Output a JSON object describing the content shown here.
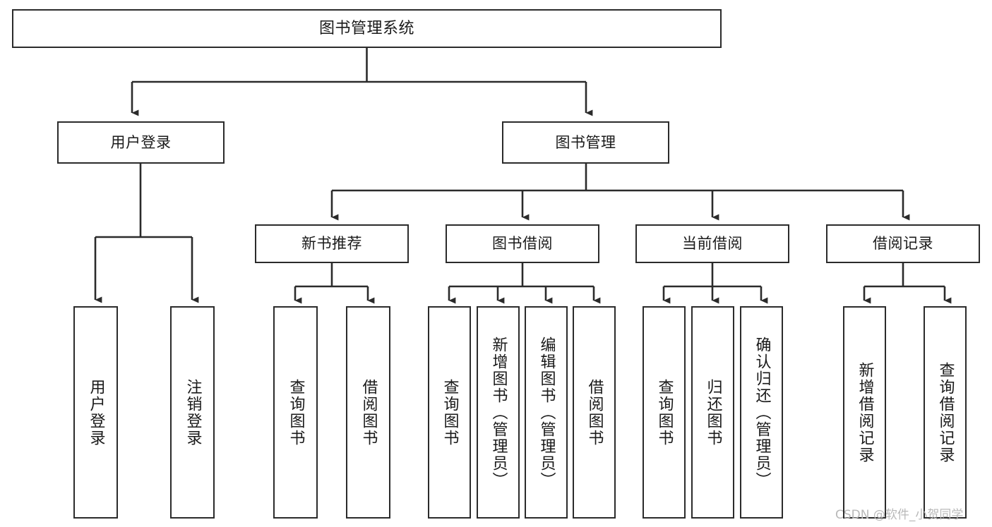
{
  "diagram": {
    "type": "tree-hierarchy-chart",
    "title": "图书管理系统",
    "watermark": "CSDN @软件_小贺同学",
    "colors": {
      "box_border": "#2b2b2b",
      "box_fill": "#ffffff",
      "connector": "#2b2b2b",
      "text": "#1a1a1a",
      "watermark": "#b9b9b9",
      "background": "#ffffff"
    },
    "nodes": {
      "root": {
        "label": "图书管理系统",
        "level": 0
      },
      "level1": [
        {
          "id": "user-login",
          "label": "用户登录"
        },
        {
          "id": "book-management",
          "label": "图书管理"
        }
      ],
      "level2": [
        {
          "id": "new-book-recommend",
          "label": "新书推荐",
          "parent": "book-management"
        },
        {
          "id": "book-borrow",
          "label": "图书借阅",
          "parent": "book-management"
        },
        {
          "id": "current-borrow",
          "label": "当前借阅",
          "parent": "book-management"
        },
        {
          "id": "borrow-record",
          "label": "借阅记录",
          "parent": "book-management"
        }
      ],
      "leaves": {
        "user-login": [
          {
            "id": "leaf-user-login",
            "label": "用户登录"
          },
          {
            "id": "leaf-user-logout",
            "label": "注销登录"
          }
        ],
        "new-book-recommend": [
          {
            "id": "leaf-query-book-1",
            "label": "查询图书"
          },
          {
            "id": "leaf-borrow-book-1",
            "label": "借阅图书"
          }
        ],
        "book-borrow": [
          {
            "id": "leaf-query-book-2",
            "label": "查询图书"
          },
          {
            "id": "leaf-add-book",
            "label": "新增图书（管理员）"
          },
          {
            "id": "leaf-edit-book",
            "label": "编辑图书（管理员）"
          },
          {
            "id": "leaf-borrow-book-2",
            "label": "借阅图书"
          }
        ],
        "current-borrow": [
          {
            "id": "leaf-query-book-3",
            "label": "查询图书"
          },
          {
            "id": "leaf-return-book",
            "label": "归还图书"
          },
          {
            "id": "leaf-confirm-return",
            "label": "确认归还（管理员）"
          }
        ],
        "borrow-record": [
          {
            "id": "leaf-add-record",
            "label": "新增借阅记录"
          },
          {
            "id": "leaf-query-record",
            "label": "查询借阅记录"
          }
        ]
      }
    }
  }
}
